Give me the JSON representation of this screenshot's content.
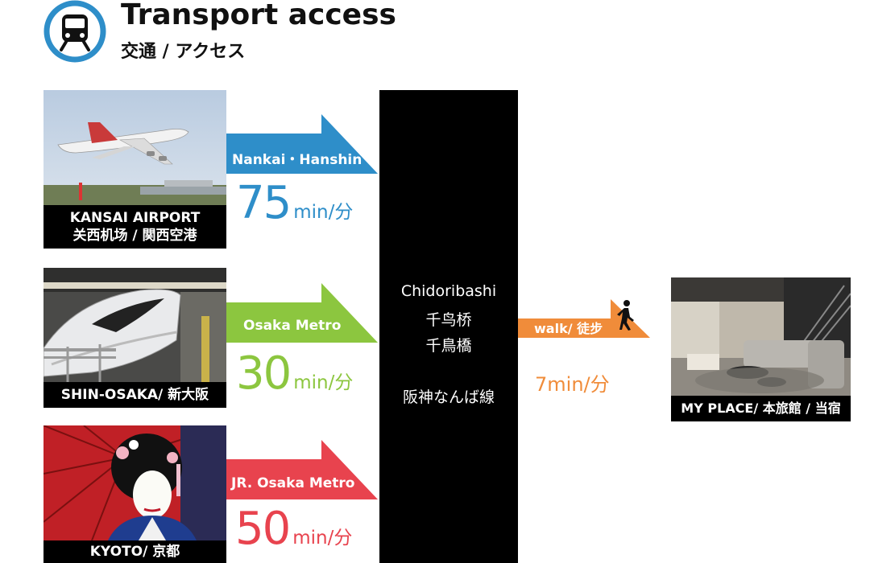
{
  "header": {
    "title": "Transport access",
    "subtitle": "交通 / アクセス",
    "icon": "train-icon"
  },
  "colors": {
    "blue": "#2e8ec9",
    "green": "#8cc63f",
    "red": "#e8434e",
    "orange": "#f08c3a",
    "black": "#000000"
  },
  "routes": [
    {
      "origin_line1": "KANSAI AIRPORT",
      "origin_line2": "关西机场 / 関西空港",
      "photo": "airplane-photo",
      "line": "Nankai・Hanshin",
      "minutes": "75",
      "unit": "min/分",
      "color": "#2e8ec9"
    },
    {
      "origin_line1": "SHIN-OSAKA/ 新大阪",
      "origin_line2": "",
      "photo": "bullet-train-photo",
      "line": "Osaka Metro",
      "minutes": "30",
      "unit": "min/分",
      "color": "#8cc63f"
    },
    {
      "origin_line1": "KYOTO/ 京都",
      "origin_line2": "",
      "photo": "geisha-photo",
      "line": "JR. Osaka Metro",
      "minutes": "50",
      "unit": "min/分",
      "color": "#e8434e"
    }
  ],
  "station": {
    "name_en": "Chidoribashi",
    "name_zh": "千鸟桥",
    "name_ja": "千鳥橋",
    "line": "阪神なんば線"
  },
  "walk": {
    "label": "walk/ 徒步",
    "icon": "walking-person-icon",
    "duration": "7min/分"
  },
  "destination": {
    "label": "MY PLACE/ 本旅館 / 当宿",
    "photo": "living-room-photo"
  }
}
